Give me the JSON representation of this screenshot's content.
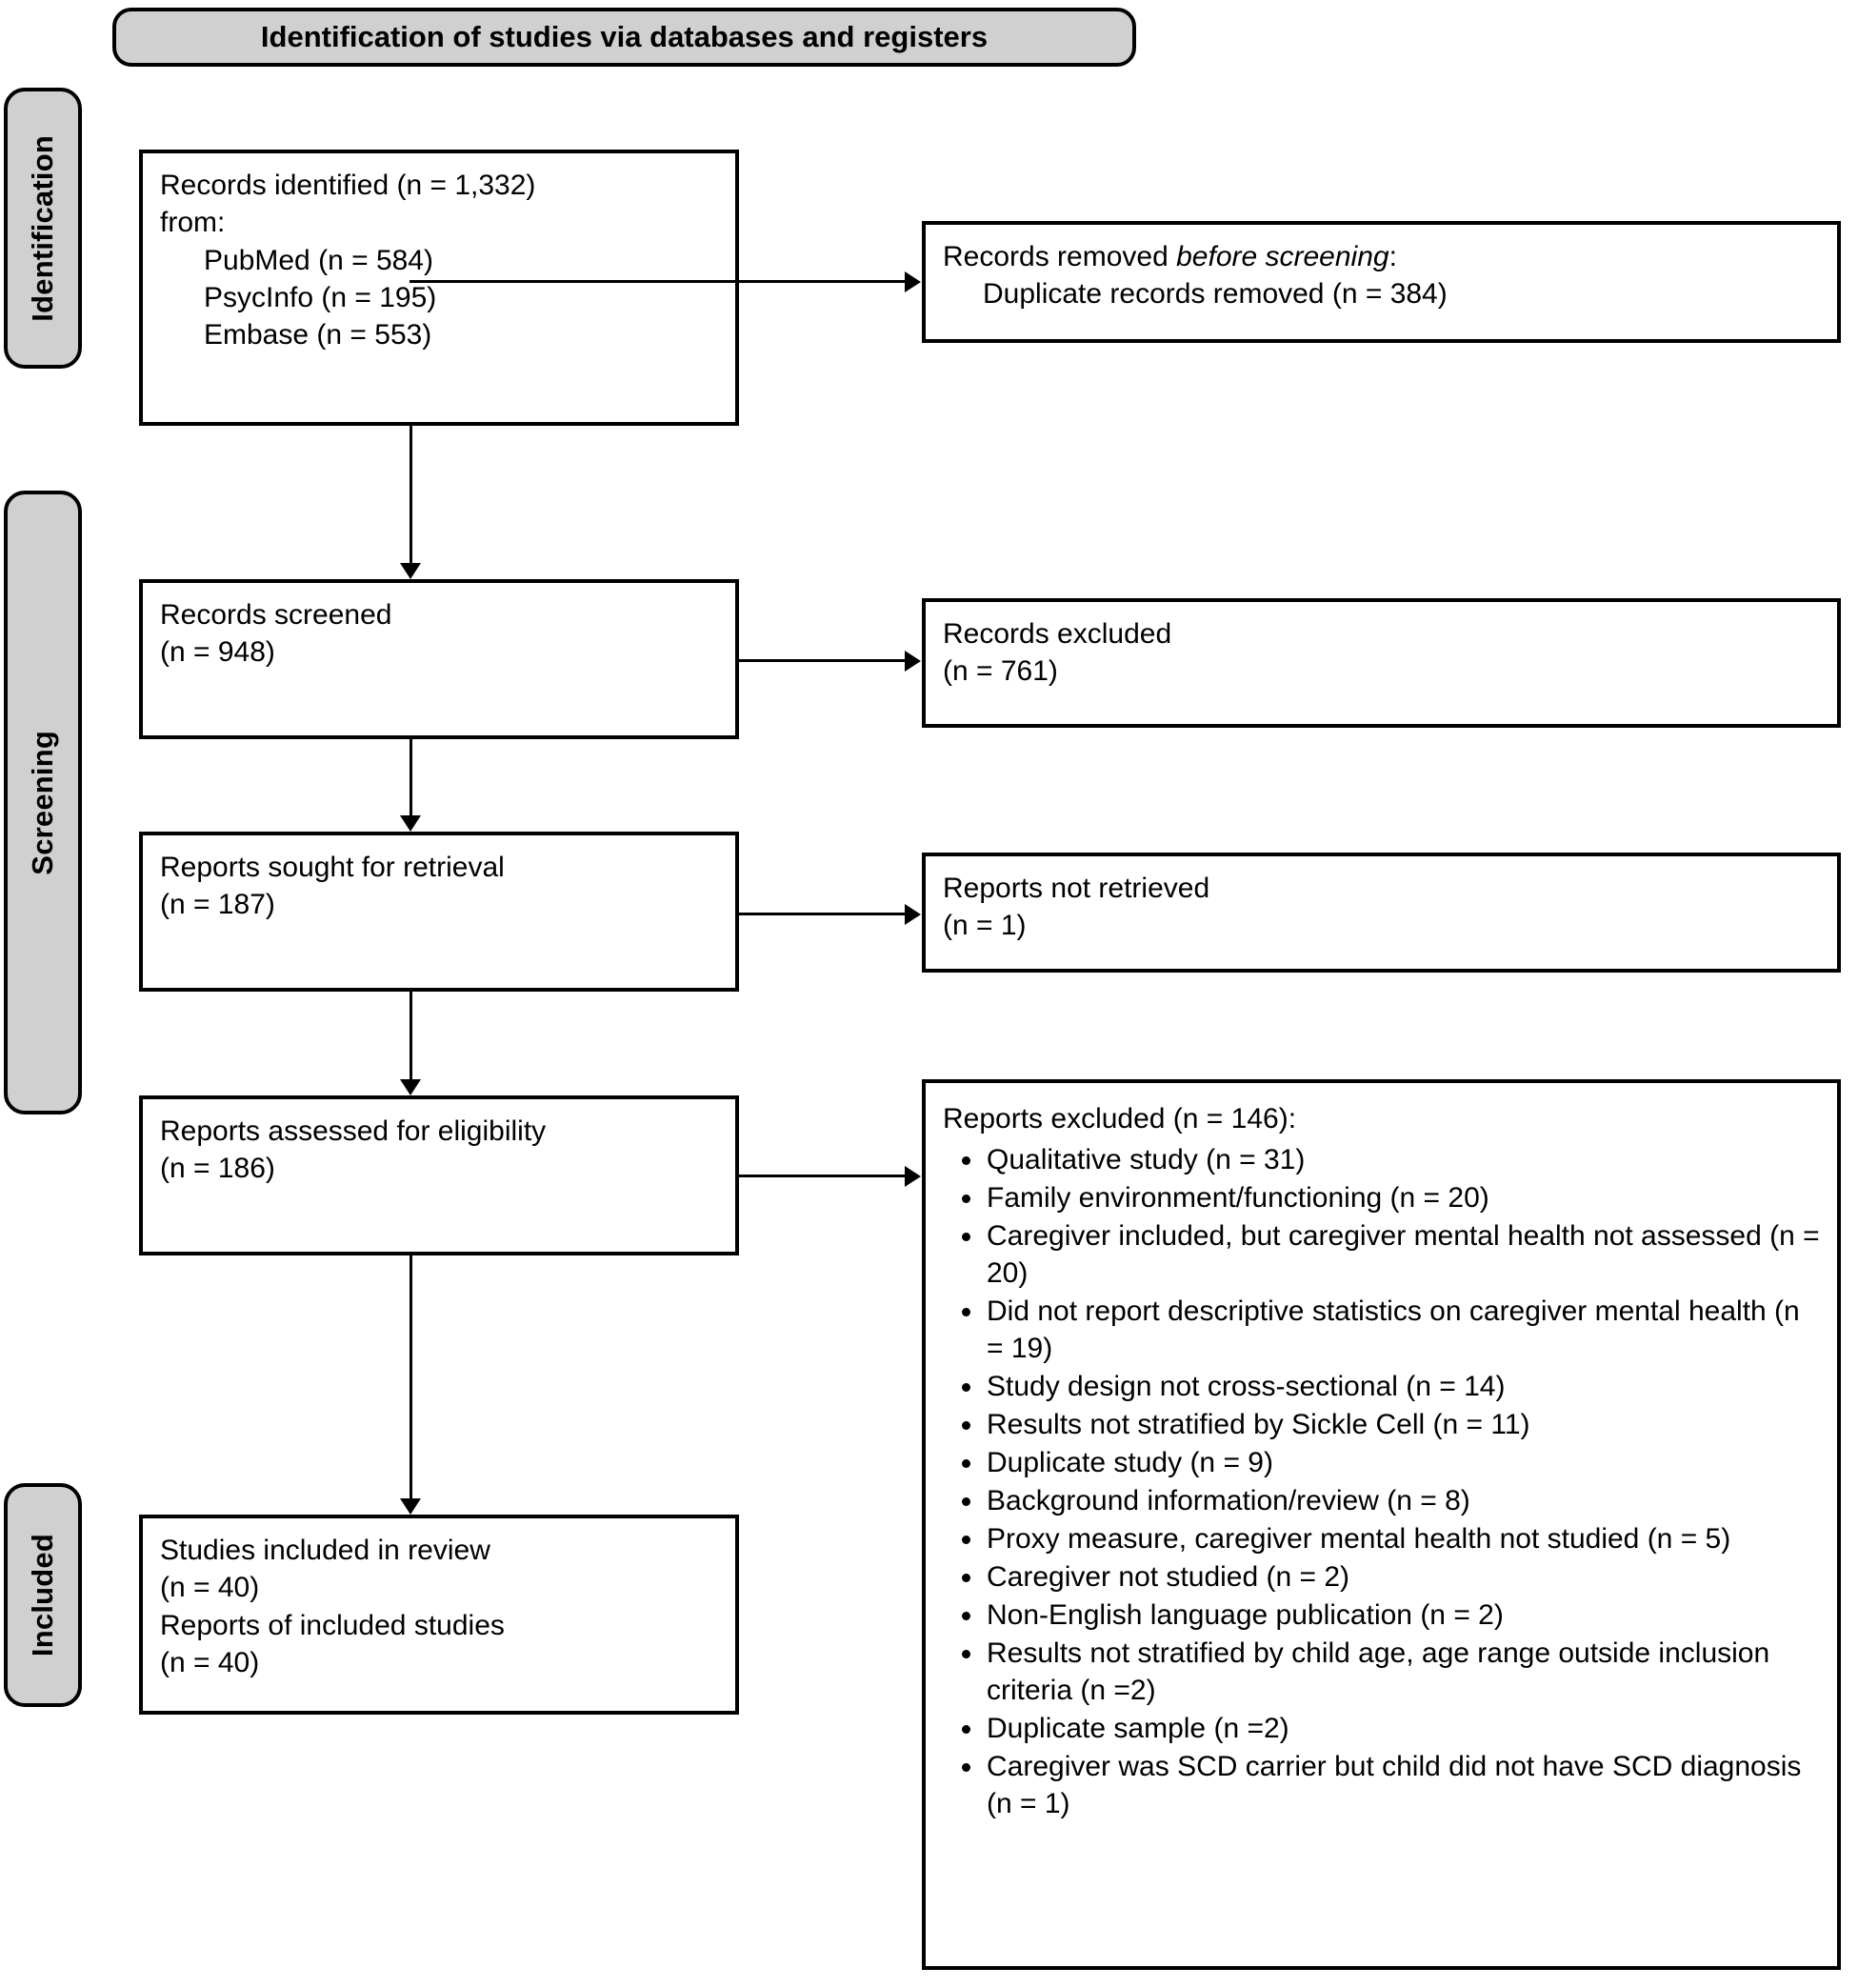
{
  "banner": {
    "title": "Identification of studies via databases and registers"
  },
  "stages": [
    {
      "label": "Identification"
    },
    {
      "label": "Screening"
    },
    {
      "label": "Included"
    }
  ],
  "boxes": {
    "records_identified": {
      "line1": "Records identified (n = 1,332)",
      "line2": "from:",
      "source1": "PubMed (n = 584)",
      "source2": "PsycInfo (n = 195)",
      "source3": "Embase (n = 553)"
    },
    "records_removed": {
      "line1_a": "Records removed ",
      "line1_b": "before screening",
      "line1_c": ":",
      "line2": "Duplicate records removed (n = 384)"
    },
    "records_screened": {
      "line1": "Records screened",
      "line2": "(n = 948)"
    },
    "records_excluded": {
      "line1": "Records excluded",
      "line2": "(n = 761)"
    },
    "reports_sought": {
      "line1": "Reports sought for retrieval",
      "line2": "(n = 187)"
    },
    "reports_not_retrieved": {
      "line1": "Reports not retrieved",
      "line2": "(n = 1)"
    },
    "reports_assessed": {
      "line1": "Reports assessed for eligibility",
      "line2": "(n = 186)"
    },
    "reports_excluded": {
      "heading": "Reports excluded (n = 146):",
      "items": [
        "Qualitative study (n = 31)",
        "Family environment/functioning (n = 20)",
        "Caregiver included, but caregiver mental health not assessed (n = 20)",
        "Did not report descriptive statistics on caregiver mental health (n = 19)",
        "Study design not cross-sectional (n = 14)",
        "Results not stratified by Sickle Cell (n = 11)",
        "Duplicate study (n = 9)",
        "Background information/review (n = 8)",
        "Proxy measure, caregiver mental health not studied (n = 5)",
        "Caregiver not studied (n = 2)",
        "Non-English language publication (n = 2)",
        "Results not stratified by child age, age range outside inclusion criteria (n =2)",
        "Duplicate sample (n =2)",
        "Caregiver was SCD carrier but child did not have SCD diagnosis (n = 1)"
      ]
    },
    "studies_included": {
      "line1": "Studies included in review",
      "line2": "(n = 40)",
      "line3": "Reports of included studies",
      "line4": "(n = 40)"
    }
  },
  "colors": {
    "stage_fill": "#d0d0d0",
    "stroke": "#000000",
    "box_fill": "#ffffff"
  }
}
